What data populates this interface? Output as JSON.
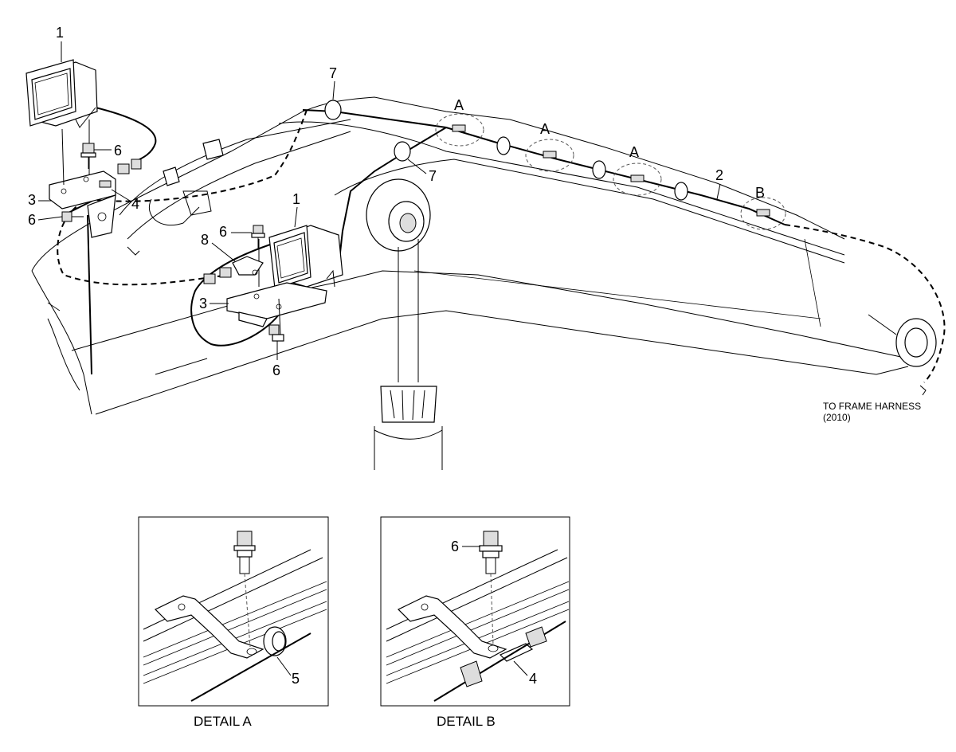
{
  "callouts": {
    "c1a": "1",
    "c1b": "1",
    "c2": "2",
    "c3a": "3",
    "c3b": "3",
    "c4a": "4",
    "c4b": "4",
    "c5": "5",
    "c6a": "6",
    "c6b": "6",
    "c6c": "6",
    "c6d": "6",
    "c6e": "6",
    "c7a": "7",
    "c7b": "7",
    "c8": "8",
    "detail_a1": "A",
    "detail_a2": "A",
    "detail_a3": "A",
    "detail_b": "B"
  },
  "note": {
    "line1": "TO FRAME HARNESS",
    "line2": "(2010)"
  },
  "captions": {
    "detail_a": "DETAIL A",
    "detail_b": "DETAIL B"
  }
}
